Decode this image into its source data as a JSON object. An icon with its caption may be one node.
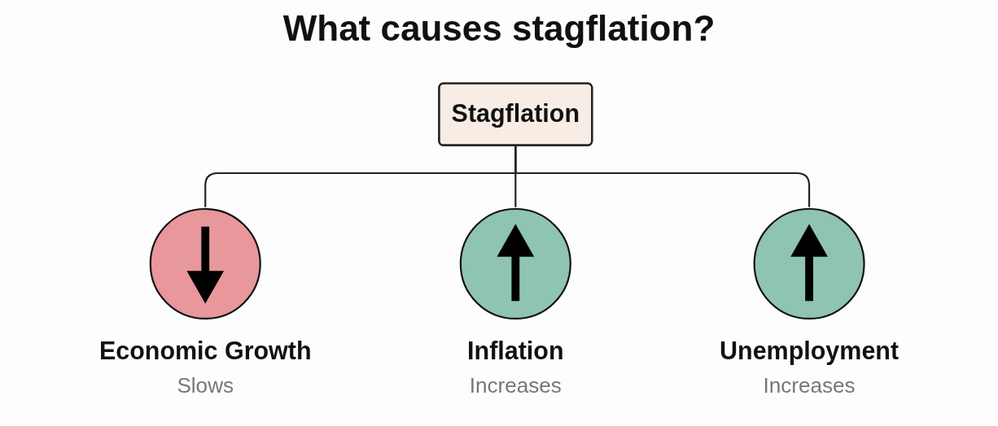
{
  "diagram": {
    "title": "What causes stagflation?",
    "nodes": [
      {
        "text": [
          "Stagflation"
        ]
      },
      {
        "text": [
          "Economic Growth",
          "Slows"
        ]
      },
      {
        "text": [
          "Inflation",
          "Increases"
        ]
      },
      {
        "text": [
          "Unemployment",
          "Increases"
        ]
      }
    ],
    "edges": [
      {
        "from": 0,
        "to": 1,
        "arrow": "none"
      },
      {
        "from": 0,
        "to": 2,
        "arrow": "none"
      },
      {
        "from": 0,
        "to": 3,
        "arrow": "none"
      }
    ]
  }
}
